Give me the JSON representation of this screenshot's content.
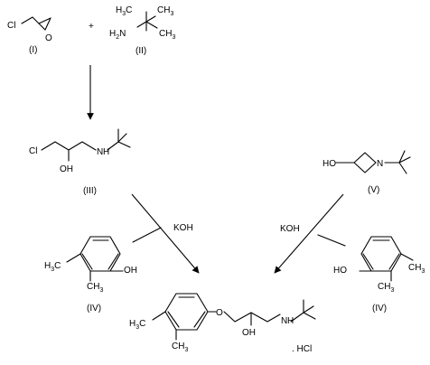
{
  "labels": {
    "epichlorohydrin_cl": "Cl",
    "epichlorohydrin_o": "O",
    "plus": "+",
    "tbutylamine_h3c": "H",
    "tbutylamine_h3c_sub": "3",
    "tbutylamine_h3c_c": "C",
    "tbutylamine_ch3": "CH",
    "tbutylamine_ch3_sub": "3",
    "tbutylamine_h2n": "H",
    "tbutylamine_h2n_sub": "2",
    "tbutylamine_h2n_n": "N",
    "tbutylamine_ch3b": "CH",
    "tbutylamine_ch3b_sub": "3",
    "compound_i": "(I)",
    "compound_ii": "(II)",
    "compound_iii": "(III)",
    "compound_iv_left": "(IV)",
    "compound_iv_right": "(IV)",
    "compound_v": "(V)",
    "iii_cl": "Cl",
    "iii_oh": "OH",
    "iii_nh": "N",
    "iii_nh_h": "H",
    "v_ho": "HO",
    "v_n": "N",
    "reagent_left": "KOH",
    "reagent_right": "KOH",
    "ivl_h3c": "H",
    "ivl_h3c_sub": "3",
    "ivl_h3c_c": "C",
    "ivl_oh": "OH",
    "ivl_ch3": "CH",
    "ivl_ch3_sub": "3",
    "ivr_ho": "HO",
    "ivr_ch3a": "CH",
    "ivr_ch3a_sub": "3",
    "ivr_ch3b": "CH",
    "ivr_ch3b_sub": "3",
    "prod_h3c": "H",
    "prod_h3c_sub": "3",
    "prod_h3c_c": "C",
    "prod_ch3": "CH",
    "prod_ch3_sub": "3",
    "prod_o": "O",
    "prod_oh": "OH",
    "prod_n": "N",
    "prod_n_h": "H",
    "prod_hcl": ". HCl"
  }
}
